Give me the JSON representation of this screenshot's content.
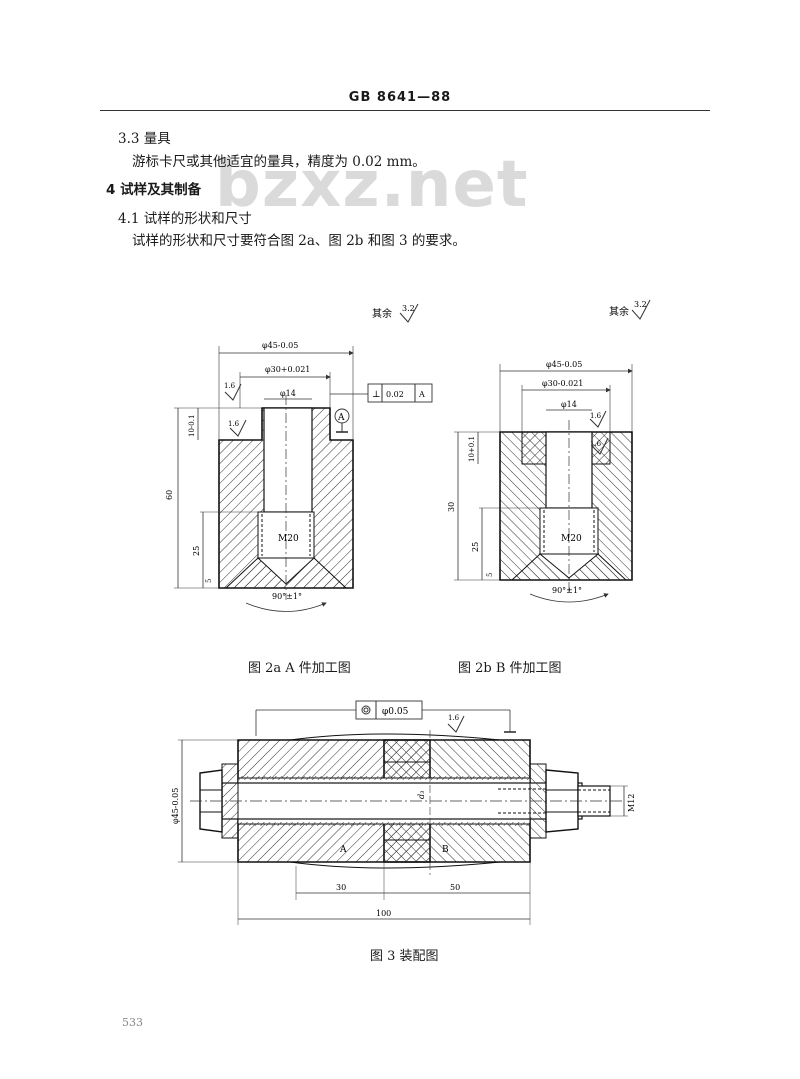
{
  "header": {
    "std_no": "GB 8641—88"
  },
  "watermark": "bzxz.net",
  "sections": {
    "s33_title": "3.3   量具",
    "s33_body": "游标卡尺或其他适宜的量具，精度为 0.02 mm。",
    "s4_title": "4   试样及其制备",
    "s41_title": "4.1   试样的形状和尺寸",
    "s41_body": "试样的形状和尺寸要符合图 2a、图 2b 和图 3 的要求。"
  },
  "fig2a": {
    "caption": "图  2a   A 件加工图",
    "rest_note": "其余",
    "rest_rough": "3.2",
    "d_outer": "φ45-0.05",
    "d_mid": "φ30+0.021",
    "d_bore": "φ14",
    "thread": "M20",
    "h_total": "60",
    "h_step": "10-0.1",
    "h_thread": "25",
    "h_cone": "5",
    "angle": "90°±1°",
    "rough1": "1.6",
    "rough2": "1.6",
    "tol_symbol": "⊥",
    "tol_value": "0.02",
    "tol_datum": "A",
    "datum_label": "A"
  },
  "fig2b": {
    "caption": "图  2b   B 件加工图",
    "rest_note": "其余",
    "rest_rough": "3.2",
    "d_outer": "φ45-0.05",
    "d_mid": "φ30-0.021",
    "d_bore": "φ14",
    "thread": "M20",
    "h_total": "30",
    "h_step": "10+0.1",
    "h_thread": "25",
    "h_cone": "5",
    "angle": "90°±1°",
    "rough1": "1.6",
    "rough2": "1.6"
  },
  "fig3": {
    "caption": "图  3   装配图",
    "coax_value": "φ0.05",
    "rough": "1.6",
    "d_outer": "φ45-0.05",
    "d3": "d₃",
    "bolt": "M12",
    "part_a": "A",
    "part_b": "B",
    "len_a": "30",
    "len_b": "50",
    "len_total": "100"
  },
  "page_no": "533"
}
